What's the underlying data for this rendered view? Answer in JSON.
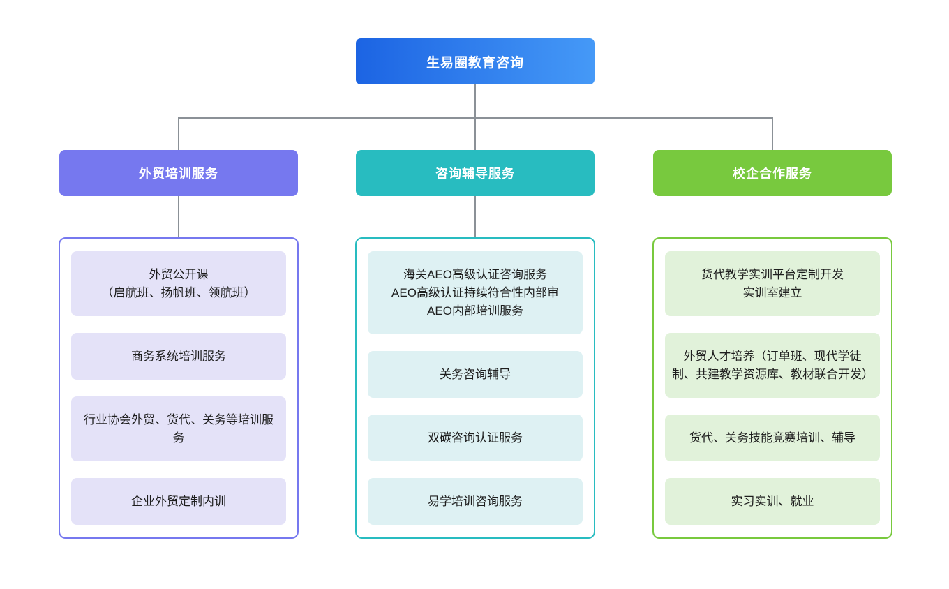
{
  "root": {
    "title": "生易圈教育咨询",
    "gradient_from": "#1c64e3",
    "gradient_to": "#4599f7"
  },
  "connector_color": "#8b9197",
  "branches": [
    {
      "title": "外贸培训服务",
      "color": "#7678ef",
      "item_bg": "#e4e2f8",
      "items": [
        "外贸公开课\n（启航班、扬帆班、领航班）",
        "商务系统培训服务",
        "行业协会外贸、货代、关务等培训服务",
        "企业外贸定制内训"
      ]
    },
    {
      "title": "咨询辅导服务",
      "color": "#28bcc0",
      "item_bg": "#def1f3",
      "items": [
        "海关AEO高级认证咨询服务\nAEO高级认证持续符合性内部审\nAEO内部培训服务",
        "关务咨询辅导",
        "双碳咨询认证服务",
        "易学培训咨询服务"
      ]
    },
    {
      "title": "校企合作服务",
      "color": "#78c93e",
      "item_bg": "#e1f2da",
      "items": [
        "货代教学实训平台定制开发\n实训室建立",
        "外贸人才培养（订单班、现代学徒制、共建教学资源库、教材联合开发）",
        "货代、关务技能竞赛培训、辅导",
        "实习实训、就业"
      ]
    }
  ]
}
